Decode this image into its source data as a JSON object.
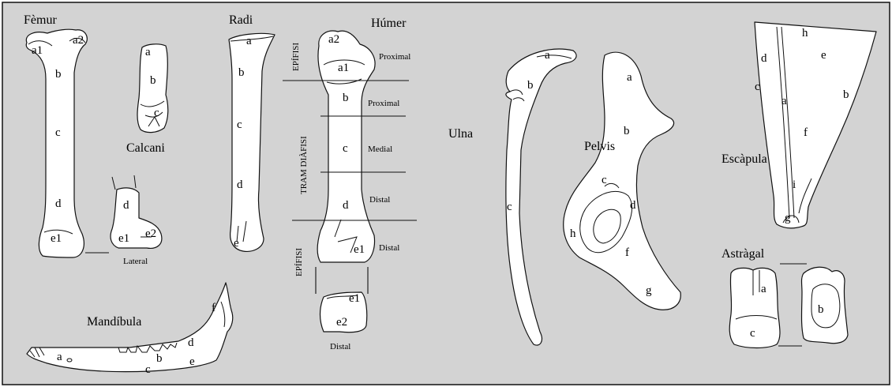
{
  "colors": {
    "background": "#d3d3d3",
    "bone": "#ffffff",
    "stroke": "#111111"
  },
  "titles": {
    "femur": "Fèmur",
    "calcani": "Calcani",
    "radi": "Radi",
    "humer": "Húmer",
    "ulna": "Ulna",
    "pelvis": "Pelvis",
    "escapula": "Escàpula",
    "astragal": "Astràgal",
    "mandibula": "Mandíbula"
  },
  "captions": {
    "lateral": "Lateral",
    "distal": "Distal"
  },
  "humer_sections": {
    "epifisi": "EPÍFISI",
    "tram_diafisi": "TRAM DIÀFISI",
    "proximal": "Proximal",
    "medial": "Medial",
    "distal": "Distal"
  },
  "labels": {
    "femur": [
      "a1",
      "a2",
      "b",
      "c",
      "d",
      "e1"
    ],
    "calcani": [
      "a",
      "b",
      "c",
      "d",
      "e1",
      "e2"
    ],
    "radi": [
      "a",
      "b",
      "c",
      "d",
      "e"
    ],
    "humer": [
      "a2",
      "a1",
      "b",
      "c",
      "d",
      "e1"
    ],
    "humer_distal": [
      "e1",
      "e2"
    ],
    "ulna": [
      "a",
      "b",
      "c"
    ],
    "pelvis": [
      "a",
      "b",
      "c",
      "d",
      "h",
      "f",
      "g"
    ],
    "escapula": [
      "h",
      "e",
      "d",
      "c",
      "a",
      "b",
      "f",
      "i",
      "g"
    ],
    "astragal": [
      "a",
      "c",
      "b"
    ],
    "mandibula": [
      "a",
      "b",
      "c",
      "d",
      "e",
      "f"
    ]
  }
}
